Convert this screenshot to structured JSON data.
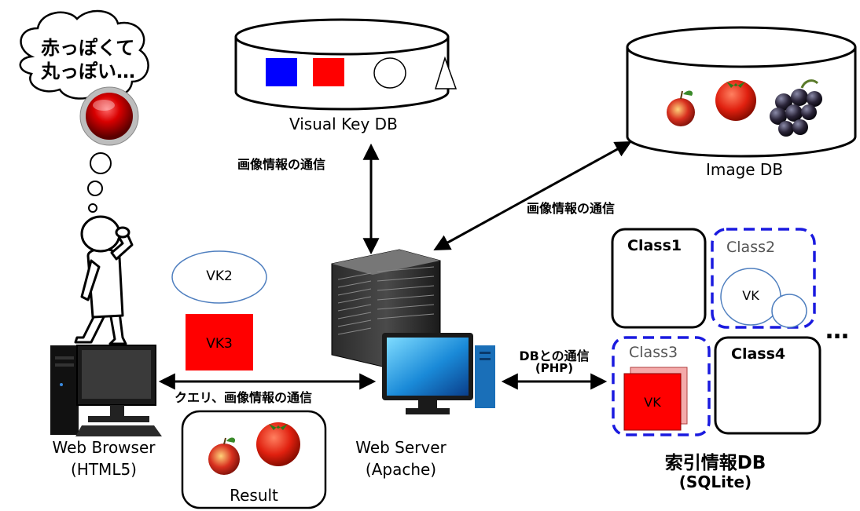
{
  "thought_bubble": {
    "line1": "赤っぽくて",
    "line2": "丸っぽい…"
  },
  "visual_key_db": {
    "label": "Visual Key DB"
  },
  "image_db": {
    "label": "Image DB"
  },
  "comm_labels": {
    "vkdb_link": "画像情報の通信",
    "imgdb_link": "画像情報の通信",
    "browser_link": "クエリ、画像情報の通信",
    "db_link_line1": "DBとの通信",
    "db_link_line2": "(PHP)"
  },
  "query_items": {
    "vk2": "VK2",
    "vk3": "VK3"
  },
  "result": {
    "label": "Result"
  },
  "web_browser": {
    "line1": "Web Browser",
    "line2": "(HTML5)"
  },
  "web_server": {
    "line1": "Web Server",
    "line2": "(Apache)"
  },
  "index_db": {
    "line1": "索引情報DB",
    "line2": "(SQLite)",
    "classes": [
      "Class1",
      "Class2",
      "Class3",
      "Class4"
    ],
    "vk_label": "VK",
    "vk_label2": "VK",
    "ellipsis": "…"
  },
  "colors": {
    "blue_key": "#0000ff",
    "red_key": "#ff0000",
    "dashed_border": "#1a1adf",
    "query_ellipse": "#4f7fbf"
  }
}
